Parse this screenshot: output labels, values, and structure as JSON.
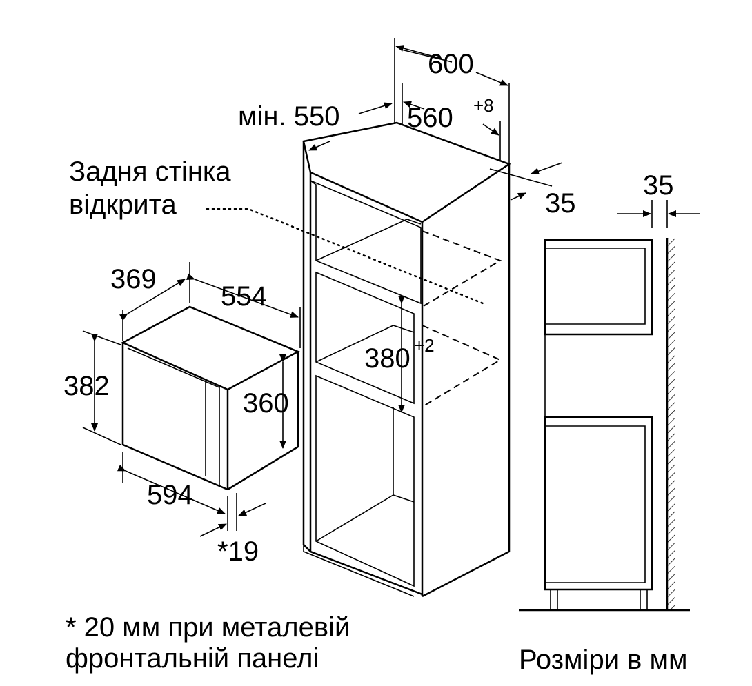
{
  "dimensions": {
    "width_total": "600",
    "depth_min": "мін. 550",
    "inner_width": "560",
    "inner_width_tol": "+8",
    "panel_35_top": "35",
    "panel_35_side": "35",
    "mw_depth": "369",
    "mw_width_top": "554",
    "mw_height_outer": "382",
    "mw_height_inner": "360",
    "niche_height": "380",
    "niche_height_tol": "+2",
    "mw_width_front": "594",
    "front_offset": "*19"
  },
  "notes": {
    "back_wall_line1": "Задня стінка",
    "back_wall_line2": "відкрита",
    "footnote_line1": "* 20 мм при металевій",
    "footnote_line2": "фронтальній панелі",
    "units": "Розміри в мм"
  }
}
